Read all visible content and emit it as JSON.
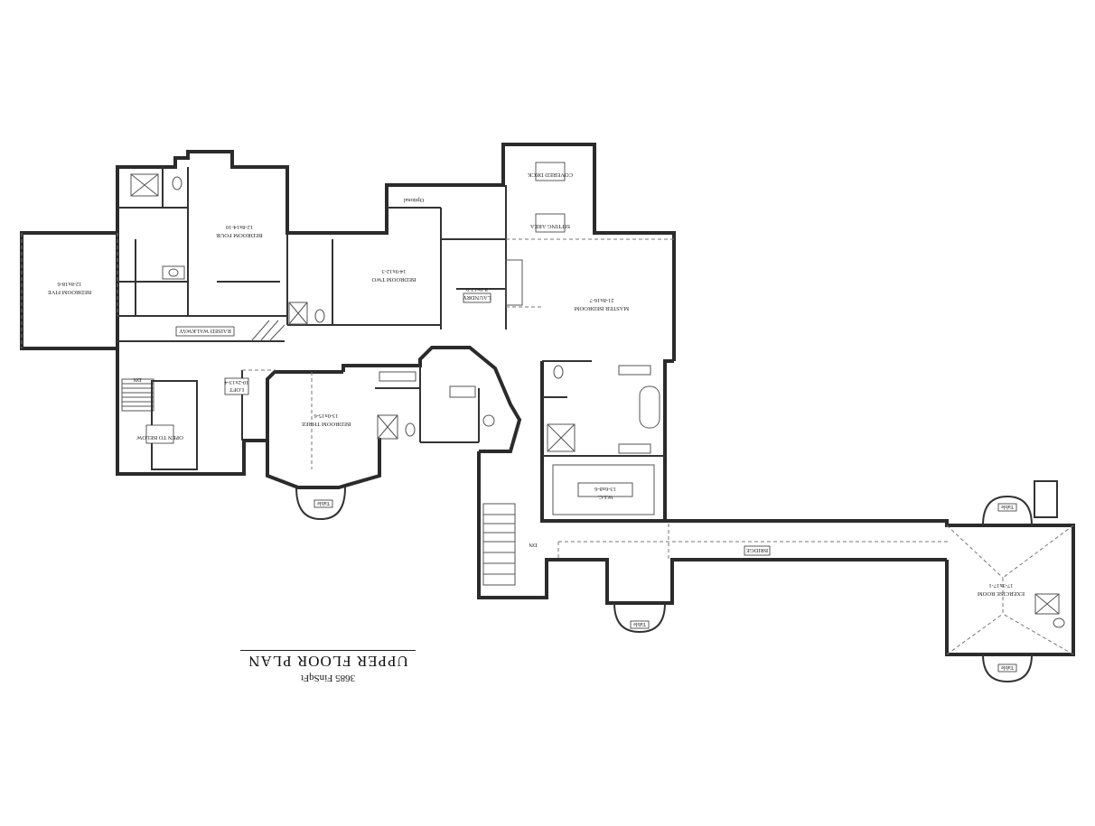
{
  "plan": {
    "title": "UPPER FLOOR PLAN",
    "subtitle": "3685 FinSqFt"
  },
  "rooms": [
    {
      "id": "bedroom-five",
      "name": "BEDROOM FIVE",
      "dims": "12-8x18-6"
    },
    {
      "id": "bedroom-four",
      "name": "BEDROOM FOUR",
      "dims": "12-8x14-10"
    },
    {
      "id": "bedroom-two",
      "name": "BEDROOM TWO",
      "dims": "14-9x12-3"
    },
    {
      "id": "laundry",
      "name": "LAUNDRY",
      "dims": "8-9x12-0"
    },
    {
      "id": "covered-deck",
      "name": "COVERED DECK",
      "dims": ""
    },
    {
      "id": "sitting-area",
      "name": "SITTING AREA",
      "dims": ""
    },
    {
      "id": "master-bedroom",
      "name": "MASTER BEDROOM",
      "dims": "21-8x16-7"
    },
    {
      "id": "raised-walkway",
      "name": "RAISED WALKWAY",
      "dims": ""
    },
    {
      "id": "loft",
      "name": "LOFT",
      "dims": "10-2x13-4"
    },
    {
      "id": "open-to-below",
      "name": "OPEN TO BELOW",
      "dims": ""
    },
    {
      "id": "bedroom-three",
      "name": "BEDROOM THREE",
      "dims": "13-0x15-6"
    },
    {
      "id": "wic",
      "name": "W.I.C.",
      "dims": "13-6x8-6"
    },
    {
      "id": "bridge",
      "name": "BRIDGE",
      "dims": ""
    },
    {
      "id": "exercise-room",
      "name": "EXERCISE ROOM",
      "dims": "17-3x17-1"
    }
  ],
  "notes": {
    "dn_upper": "DN",
    "dn_lower": "DN",
    "table": "Table",
    "optional": "Optional"
  }
}
